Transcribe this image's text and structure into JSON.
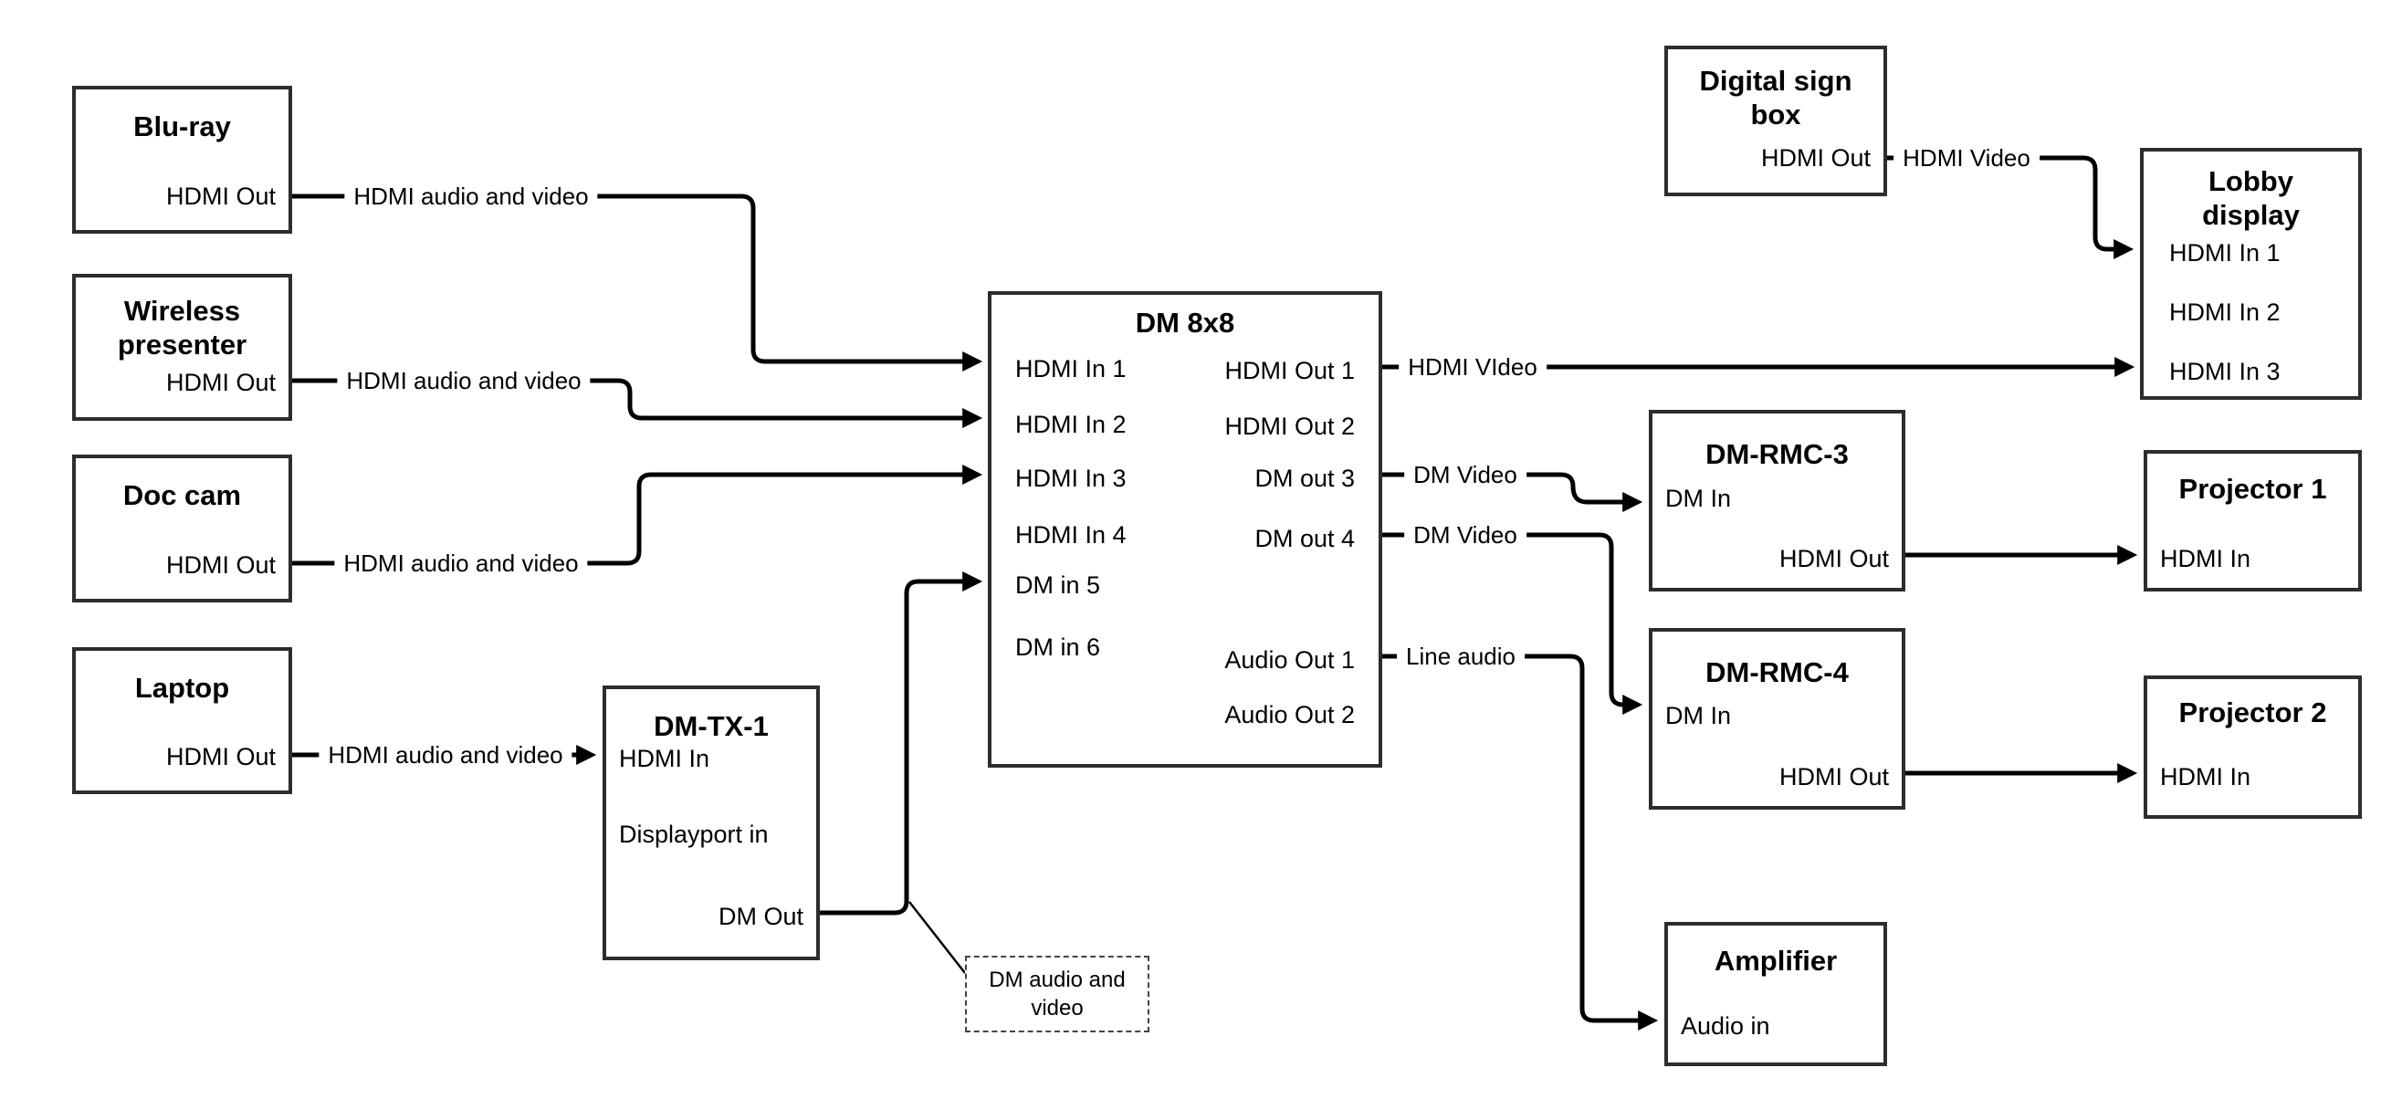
{
  "colors": {
    "background": "#ffffff",
    "line": "#000000",
    "box_border": "#2d2d2d"
  },
  "nodes": {
    "bluray": {
      "title": "Blu-ray",
      "ports": {
        "out": "HDMI Out"
      }
    },
    "wireless": {
      "title": "Wireless presenter",
      "ports": {
        "out": "HDMI Out"
      }
    },
    "doccam": {
      "title": "Doc cam",
      "ports": {
        "out": "HDMI Out"
      }
    },
    "laptop": {
      "title": "Laptop",
      "ports": {
        "out": "HDMI Out"
      }
    },
    "dmtx1": {
      "title": "DM-TX-1",
      "ports": {
        "hdmi_in": "HDMI In",
        "dp_in": "Displayport in",
        "dm_out": "DM Out"
      }
    },
    "dm8x8": {
      "title": "DM 8x8",
      "ports": {
        "in1": "HDMI In 1",
        "in2": "HDMI In 2",
        "in3": "HDMI In 3",
        "in4": "HDMI In 4",
        "in5": "DM in 5",
        "in6": "DM in 6",
        "out1": "HDMI Out 1",
        "out2": "HDMI Out 2",
        "out3": "DM out 3",
        "out4": "DM out 4",
        "aout1": "Audio Out 1",
        "aout2": "Audio Out 2"
      }
    },
    "digital_sign": {
      "title": "Digital sign box",
      "ports": {
        "out": "HDMI Out"
      }
    },
    "lobby": {
      "title": "Lobby display",
      "ports": {
        "in1": "HDMI In 1",
        "in2": "HDMI In 2",
        "in3": "HDMI In 3"
      }
    },
    "dmrmc3": {
      "title": "DM-RMC-3",
      "ports": {
        "dm_in": "DM In",
        "hdmi_out": "HDMI Out"
      }
    },
    "proj1": {
      "title": "Projector 1",
      "ports": {
        "hdmi_in": "HDMI In"
      }
    },
    "dmrmc4": {
      "title": "DM-RMC-4",
      "ports": {
        "dm_in": "DM In",
        "hdmi_out": "HDMI Out"
      }
    },
    "proj2": {
      "title": "Projector 2",
      "ports": {
        "hdmi_in": "HDMI In"
      }
    },
    "amplifier": {
      "title": "Amplifier",
      "ports": {
        "audio_in": "Audio in"
      }
    }
  },
  "connection_labels": {
    "bluray_line": "HDMI audio and video",
    "wireless_line": "HDMI audio and video",
    "doccam_line": "HDMI audio and video",
    "laptop_line": "HDMI audio and video",
    "out1_line": "HDMI VIdeo",
    "out3_line": "DM Video",
    "out4_line": "DM Video",
    "audio_line": "Line audio",
    "sign_line": "HDMI Video"
  },
  "note": {
    "text": "DM audio and video"
  }
}
